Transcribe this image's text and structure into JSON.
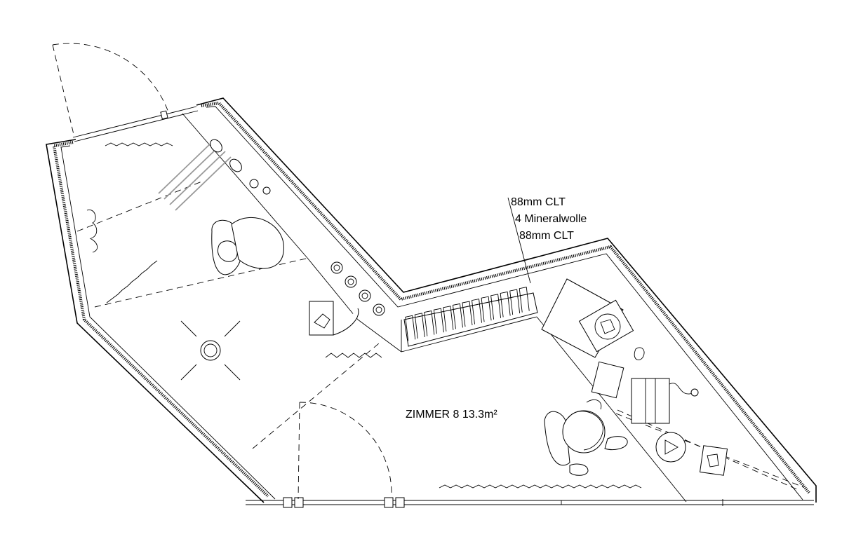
{
  "room": {
    "label": "ZIMMER 8 13.3m²"
  },
  "wall_layers": [
    {
      "label": "88mm CLT"
    },
    {
      "label": "4 Mineralwolle"
    },
    {
      "label": "88mm CLT"
    }
  ],
  "furniture": {
    "icons": [
      "wardrobe-icon",
      "armchair-icon",
      "sink-icon",
      "toilet-icon",
      "shower-drain-icon",
      "bed-icon",
      "desk-icon",
      "office-chair-icon",
      "door-swing-icon",
      "radiator-icon"
    ]
  }
}
